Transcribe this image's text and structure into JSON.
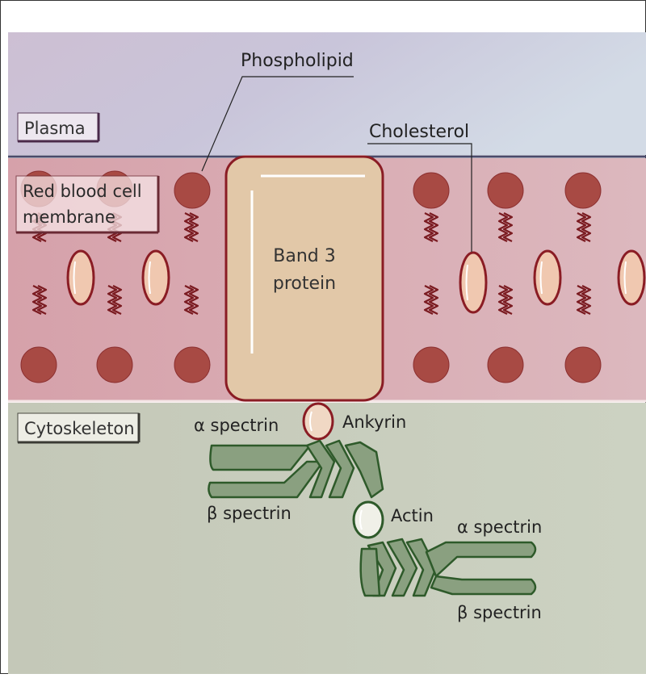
{
  "labels": {
    "plasma": "Plasma",
    "membrane_line1": "Red blood cell",
    "membrane_line2": "membrane",
    "cytoskeleton": "Cytoskeleton",
    "phospholipid": "Phospholipid",
    "cholesterol": "Cholesterol",
    "band3_line1": "Band 3",
    "band3_line2": "protein",
    "alpha_spectrin_top": "α spectrin",
    "beta_spectrin_top": "β spectrin",
    "ankyrin": "Ankyrin",
    "actin": "Actin",
    "alpha_spectrin_right": "α spectrin",
    "beta_spectrin_right": "β spectrin"
  },
  "colors": {
    "plasma_bg": "#c8c4d8",
    "membrane_bg": "#d8a8b0",
    "cytoskeleton_bg": "#c8ccbc",
    "phospholipid_head": "#a84a44",
    "band3_fill": "#e2c8a8",
    "band3_stroke": "#8a1c24",
    "cholesterol_fill": "#f0c8b0",
    "spectrin_fill": "#8aa080",
    "spectrin_stroke": "#2e5a2a"
  }
}
